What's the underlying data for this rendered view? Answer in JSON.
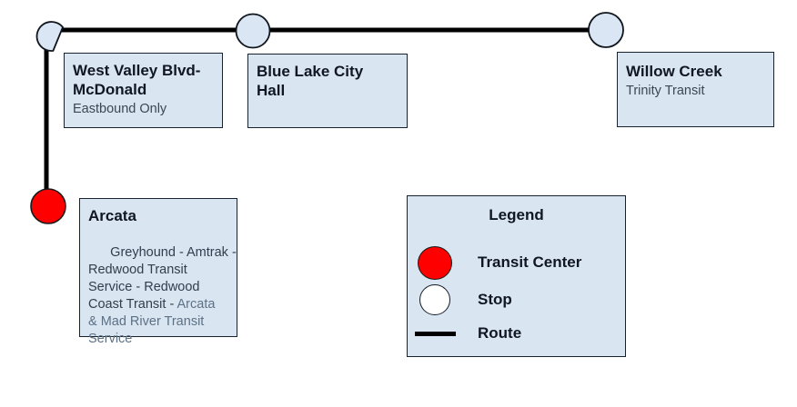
{
  "nodes": {
    "west_valley": {
      "title": "West Valley Blvd-\nMcDonald",
      "subtitle": "Eastbound Only",
      "type": "stop"
    },
    "blue_lake": {
      "title": "Blue Lake City\nHall",
      "type": "stop"
    },
    "willow_creek": {
      "title": "Willow Creek",
      "subtitle": "Trinity Transit",
      "type": "stop"
    },
    "arcata": {
      "title": "Arcata",
      "connections_primary": "Greyhound - Amtrak -\nRedwood Transit\nService - Redwood\nCoast Transit - ",
      "connections_secondary": "Arcata\n& Mad River Transit\nService",
      "type": "transit_center"
    }
  },
  "legend": {
    "title": "Legend",
    "items": [
      {
        "label": "Transit Center",
        "swatch": "transit-center-icon"
      },
      {
        "label": "Stop",
        "swatch": "stop-icon"
      },
      {
        "label": "Route",
        "swatch": "route-line-icon"
      }
    ]
  },
  "colors": {
    "transit_center_fill": "#fe0000",
    "stop_fill": "#dae6f3",
    "route_line": "#000000",
    "box_fill": "#d9e5f1",
    "box_border": "#18222e",
    "title_text": "#101623",
    "subtitle_text": "#3a4754",
    "secondary_text": "#5d7185"
  }
}
